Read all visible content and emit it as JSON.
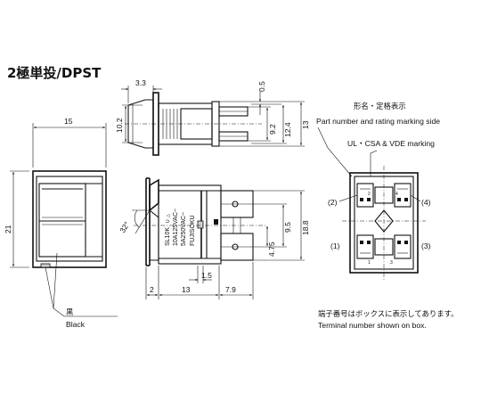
{
  "title": "2極単投/DPST",
  "dimensions": {
    "d3_3": "3.3",
    "d0_5": "0.5",
    "d10_2": "10.2",
    "d9_2": "9.2",
    "d12_4": "12.4",
    "d13": "13",
    "d15": "15",
    "d21": "21",
    "d32": "32°",
    "d9_5": "9.5",
    "d18_8": "18.8",
    "d4_75": "4.75",
    "d1_5": "1.5",
    "d2": "2",
    "d13_bottom": "13",
    "d7_9": "7.9"
  },
  "side_marking": {
    "line1": "SL10K",
    "line1b": "U",
    "line1c": "△",
    "line2": "10A125VAC~",
    "line3": "5A250VAC~",
    "line4": "FUJISOKU"
  },
  "labels": {
    "model_rating_jp": "形名・定格表示",
    "model_rating_en": "Part number and rating marking side",
    "ul_marking": "UL・CSA & VDE marking",
    "terminal_2": "(2)",
    "terminal_4": "(4)",
    "terminal_1": "(1)",
    "terminal_3": "(3)",
    "black_jp": "黒",
    "black_en": "Black",
    "terminal_note_jp": "端子番号はボックスに表示してあります。",
    "terminal_note_en": "Terminal number shown on box."
  },
  "terminal_digits": {
    "top_left": "2",
    "top_right": "4",
    "bottom_left": "1",
    "bottom_right": "3"
  }
}
